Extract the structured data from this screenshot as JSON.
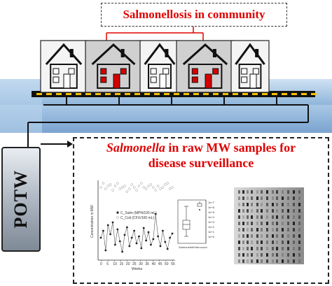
{
  "community": {
    "title": "Salmonellosis in community"
  },
  "treatment": {
    "label": "POTW"
  },
  "samples": {
    "title_italic": "Salmonella",
    "title_rest": " in raw MW samples for",
    "title_line2": "disease surveillance"
  },
  "plot": {
    "ylabel": "Concentration in MW",
    "xlabel": "Weeks",
    "legend": [
      "C_Salm (MPN/100 mL)",
      "C_Coli (CFU/100 mL)"
    ],
    "xticks": [
      "0",
      "5",
      "10",
      "15",
      "20",
      "25",
      "30",
      "35",
      "40",
      "45",
      "50",
      "55"
    ],
    "yticks": [
      "1e+7",
      "1e+6",
      "1e+5",
      "1e+4",
      "1e+3",
      "1e+2",
      "1e+1",
      "1e+0"
    ],
    "box_labels": [
      "Salmonella",
      "Enterococci"
    ]
  },
  "colors": {
    "accent": "#e00000",
    "house_sick": "#d40000",
    "water": "#9fc4e6"
  }
}
